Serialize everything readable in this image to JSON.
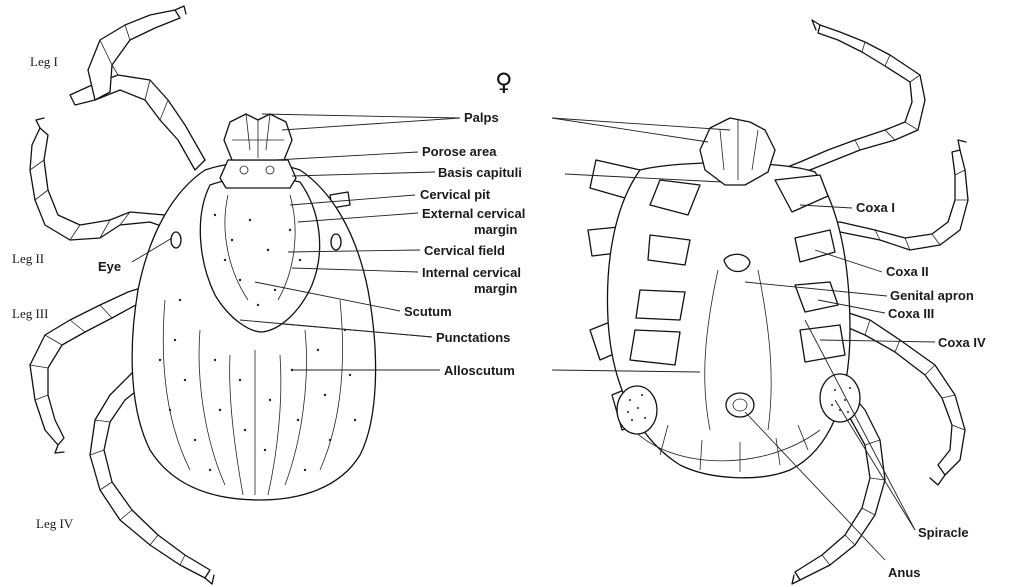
{
  "symbol": "♀",
  "legs": {
    "leg1": "Leg I",
    "leg2": "Leg II",
    "leg3": "Leg III",
    "leg4": "Leg IV"
  },
  "dorsal_labels": {
    "eye": "Eye",
    "palps": "Palps",
    "porose_area": "Porose area",
    "basis_capituli": "Basis capituli",
    "cervical_pit": "Cervical pit",
    "external_cervical_margin_1": "External cervical",
    "external_cervical_margin_2": "margin",
    "cervical_field": "Cervical field",
    "internal_cervical_margin_1": "Internal cervical",
    "internal_cervical_margin_2": "margin",
    "scutum": "Scutum",
    "punctations": "Punctations",
    "alloscutum": "Alloscutum"
  },
  "ventral_labels": {
    "coxa1": "Coxa I",
    "coxa2": "Coxa II",
    "genital_apron": "Genital apron",
    "coxa3": "Coxa III",
    "coxa4": "Coxa IV",
    "spiracle": "Spiracle",
    "anus": "Anus"
  }
}
